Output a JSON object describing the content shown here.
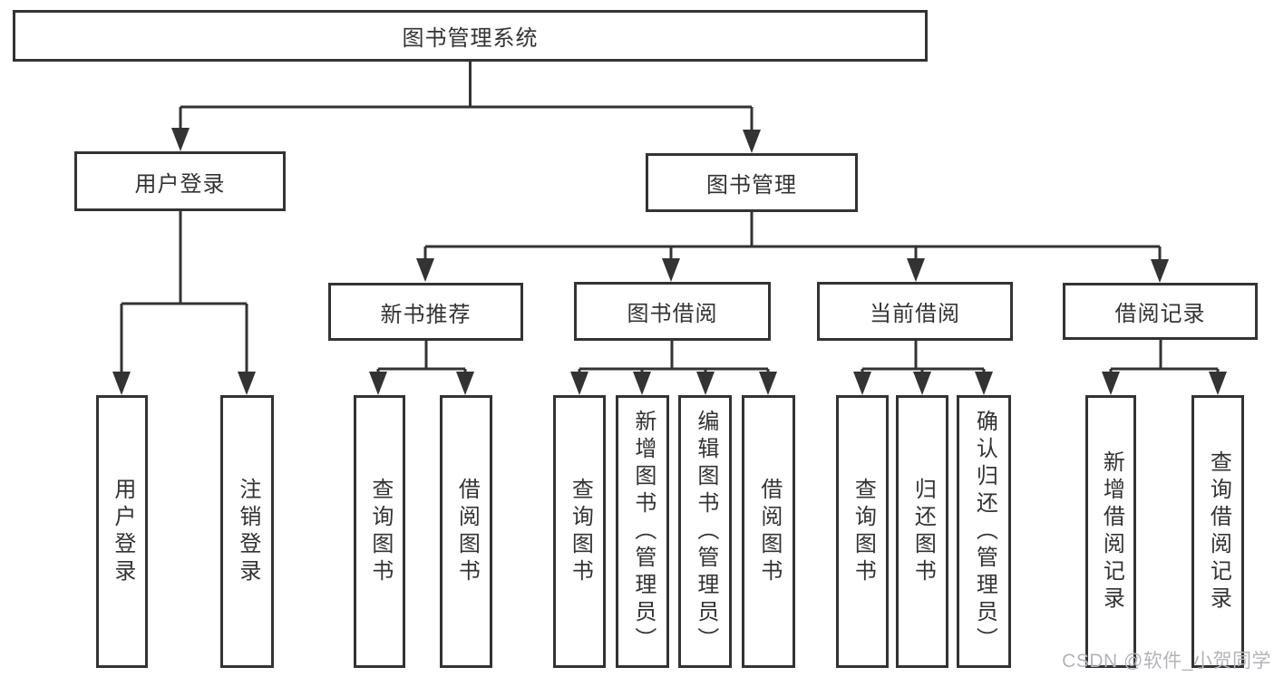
{
  "diagram": {
    "type": "tree",
    "colors": {
      "line": "#333333",
      "box_border": "#333333",
      "text": "#333333",
      "background": "#ffffff",
      "watermark": "#b3b3bd"
    },
    "nodes": {
      "root": "图书管理系统",
      "user_login": "用户登录",
      "book_mgmt": "图书管理",
      "new_book_rec": "新书推荐",
      "book_borrow": "图书借阅",
      "current_borrow": "当前借阅",
      "borrow_record": "借阅记录",
      "leaf_user_login": "用户登录",
      "leaf_logout": "注销登录",
      "leaf_query_book_1": "查询图书",
      "leaf_borrow_book_1": "借阅图书",
      "leaf_query_book_2": "查询图书",
      "leaf_add_book": "新增图书（管理员）",
      "leaf_edit_book": "编辑图书（管理员）",
      "leaf_borrow_book_2": "借阅图书",
      "leaf_query_book_3": "查询图书",
      "leaf_return_book": "归还图书",
      "leaf_confirm_return": "确认归还（管理员）",
      "leaf_add_record": "新增借阅记录",
      "leaf_query_record": "查询借阅记录"
    },
    "hierarchy": {
      "图书管理系统": {
        "用户登录": [
          "用户登录",
          "注销登录"
        ],
        "图书管理": {
          "新书推荐": [
            "查询图书",
            "借阅图书"
          ],
          "图书借阅": [
            "查询图书",
            "新增图书（管理员）",
            "编辑图书（管理员）",
            "借阅图书"
          ],
          "当前借阅": [
            "查询图书",
            "归还图书",
            "确认归还（管理员）"
          ],
          "借阅记录": [
            "新增借阅记录",
            "查询借阅记录"
          ]
        }
      }
    },
    "watermark": "CSDN @软件_小贺同学"
  }
}
